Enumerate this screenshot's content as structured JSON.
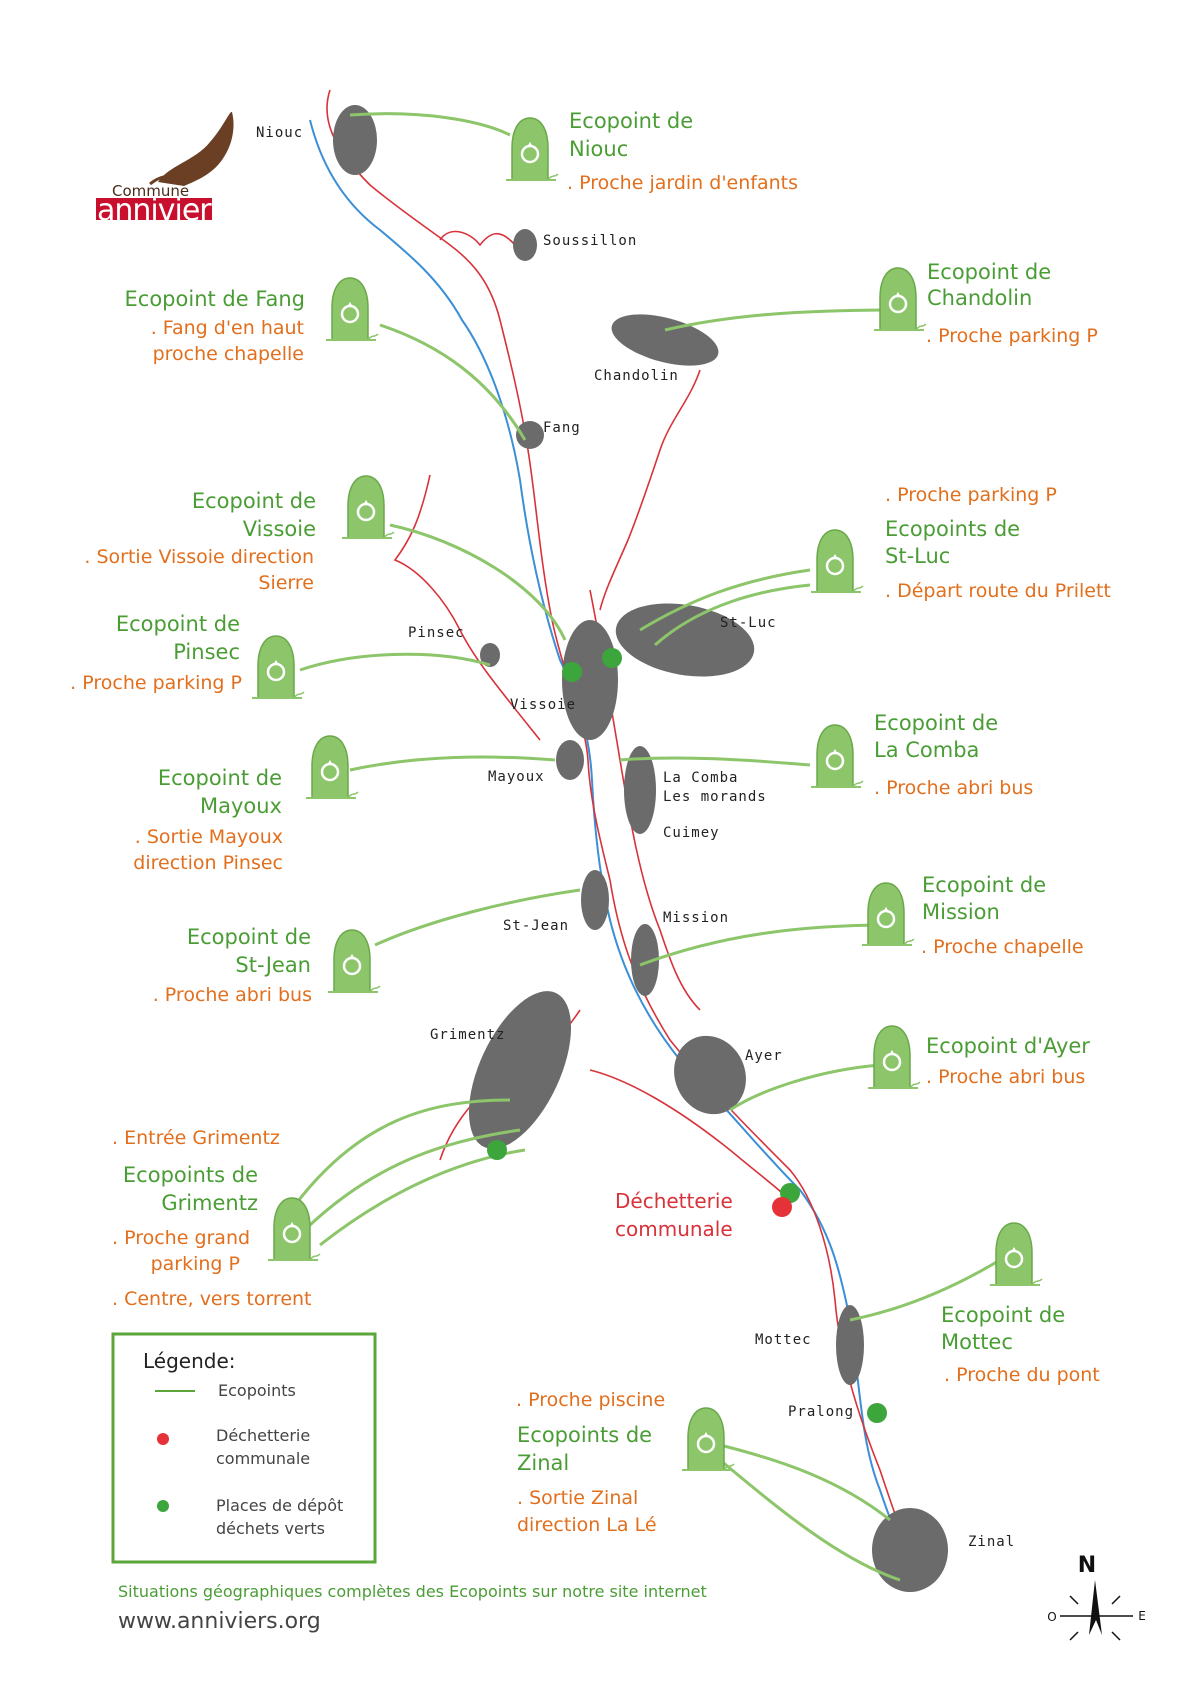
{
  "logo": {
    "small": "Commune",
    "big": "anniviers",
    "brand_color": "#c8102e"
  },
  "colors": {
    "ecopoint_green": "#8cc56a",
    "title_green": "#4a9d35",
    "note_orange": "#e26f1d",
    "road_red": "#d8323a",
    "river_blue": "#3b8fd6"
  },
  "villages": {
    "niouc": "Niouc",
    "soussillon": "Soussillon",
    "chandolin": "Chandolin",
    "fang": "Fang",
    "pinsec": "Pinsec",
    "vissoie": "Vissoie",
    "st_luc": "St-Luc",
    "mayoux": "Mayoux",
    "la_comba": "La Comba",
    "les_morands": "Les morands",
    "cuimey": "Cuimey",
    "st_jean": "St-Jean",
    "mission": "Mission",
    "grimentz": "Grimentz",
    "ayer": "Ayer",
    "mottec": "Mottec",
    "pralong": "Pralong",
    "zinal": "Zinal"
  },
  "ecopoints": {
    "niouc": {
      "line1": "Ecopoint de",
      "line2": "Niouc",
      "note": ". Proche jardin d'enfants"
    },
    "fang": {
      "title": "Ecopoint de Fang",
      "note1": ". Fang d'en haut",
      "note2": "proche chapelle"
    },
    "chandolin": {
      "line1": "Ecopoint de",
      "line2": "Chandolin",
      "note": ". Proche parking P"
    },
    "vissoie": {
      "line1": "Ecopoint de",
      "line2": "Vissoie",
      "note1": ". Sortie Vissoie direction",
      "note2": "Sierre"
    },
    "st_luc": {
      "note_top": ". Proche parking P",
      "line1": "Ecopoints de",
      "line2": "St-Luc",
      "note": ". Départ route du Prilett"
    },
    "pinsec": {
      "line1": "Ecopoint de",
      "line2": "Pinsec",
      "note": ". Proche parking  P"
    },
    "la_comba": {
      "line1": "Ecopoint de",
      "line2": "La Comba",
      "note": ". Proche abri bus"
    },
    "mayoux": {
      "line1": "Ecopoint de",
      "line2": "Mayoux",
      "note1": ". Sortie Mayoux",
      "note2": "direction Pinsec"
    },
    "mission": {
      "line1": "Ecopoint de",
      "line2": "Mission",
      "note": ". Proche chapelle"
    },
    "st_jean": {
      "line1": "Ecopoint de",
      "line2": "St-Jean",
      "note": ". Proche abri bus"
    },
    "ayer": {
      "line1": "Ecopoint d'Ayer",
      "note": ". Proche abri bus"
    },
    "grimentz": {
      "note_top": ". Entrée Grimentz",
      "line1": "Ecopoints de",
      "line2": "Grimentz",
      "note1": ". Proche grand",
      "note2": "parking  P",
      "note3": ". Centre, vers torrent"
    },
    "mottec": {
      "line1": "Ecopoint de",
      "line2": "Mottec",
      "note": ". Proche du pont"
    },
    "zinal": {
      "note_top": ". Proche piscine",
      "line1": "Ecopoints de",
      "line2": "Zinal",
      "note1": ". Sortie Zinal",
      "note2": "direction La Lé"
    }
  },
  "decheterie": {
    "line1": "Déchetterie",
    "line2": "communale"
  },
  "legend": {
    "title": "Légende:",
    "ecopoints": "Ecopoints",
    "decheterie_1": "Déchetterie",
    "decheterie_2": "communale",
    "green_1": "Places de dépôt",
    "green_2": "déchets verts"
  },
  "footer": {
    "note": "Situations géographiques complètes des Ecopoints sur notre site internet",
    "url": "www.anniviers.org"
  },
  "compass": {
    "n": "N",
    "e": "E",
    "o": "O"
  }
}
